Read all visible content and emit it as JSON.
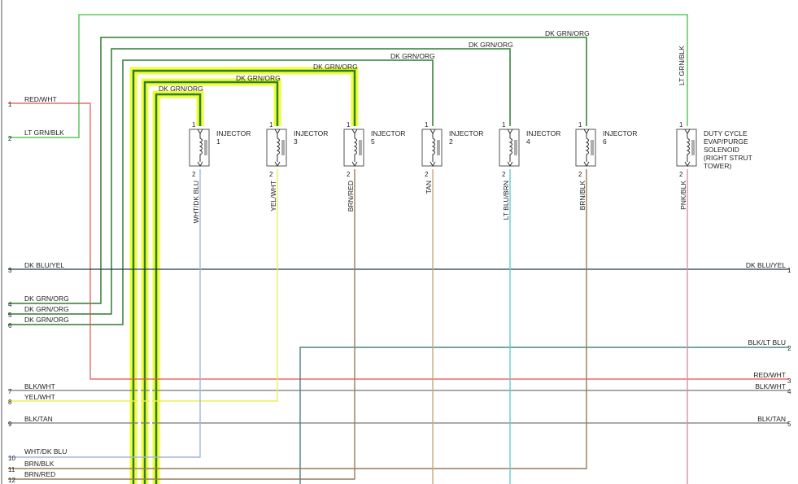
{
  "colors": {
    "lt_grn": "#5ac85a",
    "dk_grn": "#2e7d32",
    "red": "#e05050",
    "dk_blu": "#1e3c46",
    "teal": "#2a6f6a",
    "gray": "#777777",
    "yel": "#eeee55",
    "lt_blu": "#a0b8d8",
    "brn": "#9a7a5a",
    "tan": "#c8a878",
    "cyan": "#66cccc",
    "pnk": "#d890b0",
    "highlight": "#eeff33"
  },
  "left_connector": {
    "pins": [
      {
        "num": "1",
        "label": "RED/WHT"
      },
      {
        "num": "2",
        "label": "LT GRN/BLK"
      },
      {
        "num": "3",
        "label": "DK BLU/YEL"
      },
      {
        "num": "4",
        "label": "DK GRN/ORG"
      },
      {
        "num": "5",
        "label": "DK GRN/ORG"
      },
      {
        "num": "6",
        "label": "DK GRN/ORG"
      },
      {
        "num": "7",
        "label": "BLK/WHT"
      },
      {
        "num": "8",
        "label": "YEL/WHT"
      },
      {
        "num": "9",
        "label": "BLK/TAN"
      },
      {
        "num": "10",
        "label": "WHT/DK BLU"
      },
      {
        "num": "11",
        "label": "BRN/BLK"
      },
      {
        "num": "12",
        "label": "BRN/RED"
      }
    ]
  },
  "right_connector": {
    "pins": [
      {
        "num": "1",
        "label": "DK BLU/YEL"
      },
      {
        "num": "2",
        "label": "BLK/LT BLU"
      },
      {
        "num": "3",
        "label": "RED/WHT"
      },
      {
        "num": "4",
        "label": "BLK/WHT"
      },
      {
        "num": "5",
        "label": "BLK/TAN"
      }
    ]
  },
  "top_labels": {
    "dkgrn_a": "DK GRN/ORG",
    "dkgrn_b": "DK GRN/ORG",
    "dkgrn_c": "DK GRN/ORG",
    "dkgrn_d": "DK GRN/ORG",
    "dkgrn_e": "DK GRN/ORG",
    "dkgrn_f": "DK GRN/ORG",
    "ltgrn": "LT GRN/BLK"
  },
  "components": [
    {
      "name": "INJECTOR",
      "number": "1",
      "pin_top": "1",
      "pin_bottom": "2",
      "wire_out": "WHT/DK BLU"
    },
    {
      "name": "INJECTOR",
      "number": "3",
      "pin_top": "1",
      "pin_bottom": "2",
      "wire_out": "YEL/WHT"
    },
    {
      "name": "INJECTOR",
      "number": "5",
      "pin_top": "1",
      "pin_bottom": "2",
      "wire_out": "BRN/RED"
    },
    {
      "name": "INJECTOR",
      "number": "2",
      "pin_top": "1",
      "pin_bottom": "2",
      "wire_out": "TAN"
    },
    {
      "name": "INJECTOR",
      "number": "4",
      "pin_top": "1",
      "pin_bottom": "2",
      "wire_out": "LT BLU/BRN"
    },
    {
      "name": "INJECTOR",
      "number": "6",
      "pin_top": "1",
      "pin_bottom": "2",
      "wire_out": "BRN/BLK"
    },
    {
      "name": "DUTY CYCLE",
      "l2": "EVAP/PURGE",
      "l3": "SOLENOID",
      "l4": "(RIGHT STRUT",
      "l5": "TOWER)",
      "pin_top": "1",
      "pin_bottom": "2",
      "wire_out": "PNK/BLK"
    }
  ]
}
